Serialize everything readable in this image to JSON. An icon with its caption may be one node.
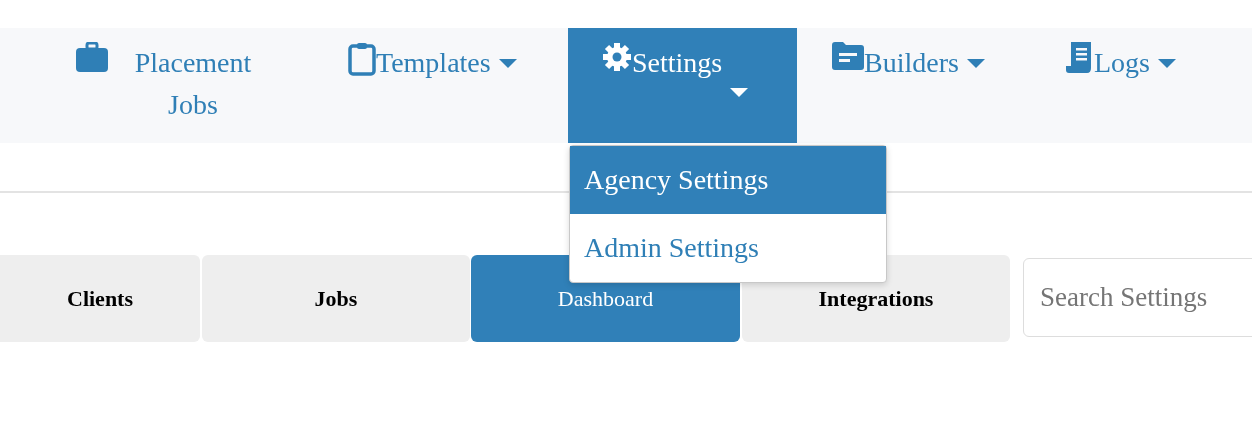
{
  "diagram": {
    "labels": [
      "Placement Jobs",
      "Templates",
      "Settings",
      "Builders",
      "Logs",
      "Agency Settings",
      "Admin Settings",
      "Clients",
      "Jobs",
      "Dashboard",
      "Integrations",
      "Search Settings"
    ]
  }
}
